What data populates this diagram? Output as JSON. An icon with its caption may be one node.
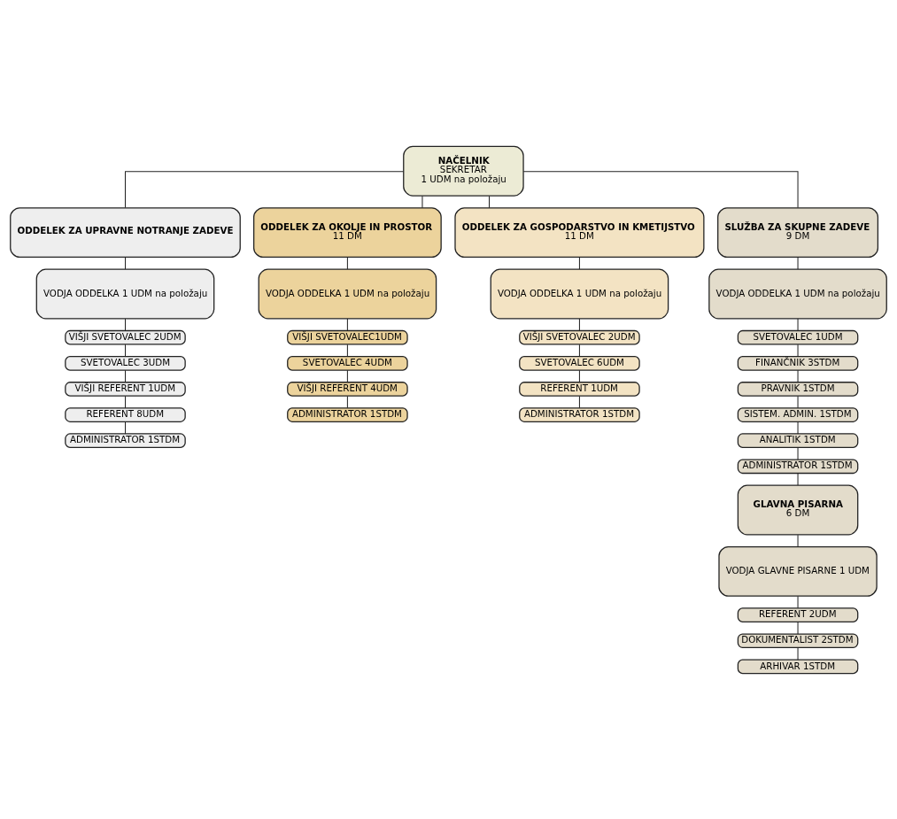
{
  "diagram": {
    "nodes": [
      {
        "text": [
          "NAČELNIK",
          "SEKRETAR",
          "1 UDM na položaju"
        ]
      },
      {
        "text": [
          "ODDELEK ZA UPRAVNE NOTRANJE ZADEVE"
        ]
      },
      {
        "text": [
          "VODJA ODDELKA 1 UDM na položaju"
        ]
      },
      {
        "text": [
          "VIŠJI SVETOVALEC 2UDM"
        ]
      },
      {
        "text": [
          "SVETOVALEC 3UDM"
        ]
      },
      {
        "text": [
          "VIŠJI REFERENT 1UDM"
        ]
      },
      {
        "text": [
          "REFERENT 8UDM"
        ]
      },
      {
        "text": [
          "ADMINISTRATOR 1STDM"
        ]
      },
      {
        "text": [
          "ODDELEK ZA OKOLJE IN PROSTOR",
          "11 DM"
        ]
      },
      {
        "text": [
          "VODJA ODDELKA 1 UDM na položaju"
        ]
      },
      {
        "text": [
          "VIŠJI SVETOVALEC1UDM"
        ]
      },
      {
        "text": [
          "SVETOVALEC 4UDM"
        ]
      },
      {
        "text": [
          "VIŠJI REFERENT 4UDM"
        ]
      },
      {
        "text": [
          "ADMINISTRATOR 1STDM"
        ]
      },
      {
        "text": [
          "ODDELEK ZA GOSPODARSTVO IN KMETIJSTVO",
          "11 DM"
        ]
      },
      {
        "text": [
          "VODJA ODDELKA 1 UDM na položaju"
        ]
      },
      {
        "text": [
          "VIŠJI SVETOVALEC 2UDM"
        ]
      },
      {
        "text": [
          "SVETOVALEC 6UDM"
        ]
      },
      {
        "text": [
          "REFERENT 1UDM"
        ]
      },
      {
        "text": [
          "ADMINISTRATOR 1STDM"
        ]
      },
      {
        "text": [
          "SLUŽBA ZA SKUPNE ZADEVE",
          "9 DM"
        ]
      },
      {
        "text": [
          "VODJA ODDELKA 1 UDM na položaju"
        ]
      },
      {
        "text": [
          "SVETOVALEC 1UDM"
        ]
      },
      {
        "text": [
          "FINANČNIK 3STDM"
        ]
      },
      {
        "text": [
          "PRAVNIK 1STDM"
        ]
      },
      {
        "text": [
          "SISTEM. ADMIN. 1STDM"
        ]
      },
      {
        "text": [
          "ANALITIK 1STDM"
        ]
      },
      {
        "text": [
          "ADMINISTRATOR 1STDM"
        ]
      },
      {
        "text": [
          "GLAVNA PISARNA",
          "6 DM"
        ]
      },
      {
        "text": [
          "VODJA GLAVNE PISARNE 1 UDM"
        ]
      },
      {
        "text": [
          "REFERENT 2UDM"
        ]
      },
      {
        "text": [
          "DOKUMENTALIST 2STDM"
        ]
      },
      {
        "text": [
          "ARHIVAR 1STDM"
        ]
      }
    ],
    "edges": [
      {
        "from": 0,
        "to": 1,
        "arrow": "none"
      },
      {
        "from": 0,
        "to": 8,
        "arrow": "none"
      },
      {
        "from": 0,
        "to": 14,
        "arrow": "none"
      },
      {
        "from": 0,
        "to": 20,
        "arrow": "none"
      },
      {
        "from": 1,
        "to": 2,
        "arrow": "none"
      },
      {
        "from": 2,
        "to": 3,
        "arrow": "none"
      },
      {
        "from": 3,
        "to": 4,
        "arrow": "none"
      },
      {
        "from": 4,
        "to": 5,
        "arrow": "none"
      },
      {
        "from": 5,
        "to": 6,
        "arrow": "none"
      },
      {
        "from": 6,
        "to": 7,
        "arrow": "none"
      },
      {
        "from": 8,
        "to": 9,
        "arrow": "none"
      },
      {
        "from": 9,
        "to": 10,
        "arrow": "none"
      },
      {
        "from": 10,
        "to": 11,
        "arrow": "none"
      },
      {
        "from": 11,
        "to": 12,
        "arrow": "none"
      },
      {
        "from": 12,
        "to": 13,
        "arrow": "none"
      },
      {
        "from": 14,
        "to": 15,
        "arrow": "none"
      },
      {
        "from": 15,
        "to": 16,
        "arrow": "none"
      },
      {
        "from": 16,
        "to": 17,
        "arrow": "none"
      },
      {
        "from": 17,
        "to": 18,
        "arrow": "none"
      },
      {
        "from": 18,
        "to": 19,
        "arrow": "none"
      },
      {
        "from": 20,
        "to": 21,
        "arrow": "none"
      },
      {
        "from": 21,
        "to": 22,
        "arrow": "none"
      },
      {
        "from": 22,
        "to": 23,
        "arrow": "none"
      },
      {
        "from": 23,
        "to": 24,
        "arrow": "none"
      },
      {
        "from": 24,
        "to": 25,
        "arrow": "none"
      },
      {
        "from": 25,
        "to": 26,
        "arrow": "none"
      },
      {
        "from": 26,
        "to": 27,
        "arrow": "none"
      },
      {
        "from": 27,
        "to": 28,
        "arrow": "none"
      },
      {
        "from": 28,
        "to": 29,
        "arrow": "none"
      },
      {
        "from": 29,
        "to": 30,
        "arrow": "none"
      },
      {
        "from": 30,
        "to": 31,
        "arrow": "none"
      },
      {
        "from": 31,
        "to": 32,
        "arrow": "none"
      }
    ]
  }
}
